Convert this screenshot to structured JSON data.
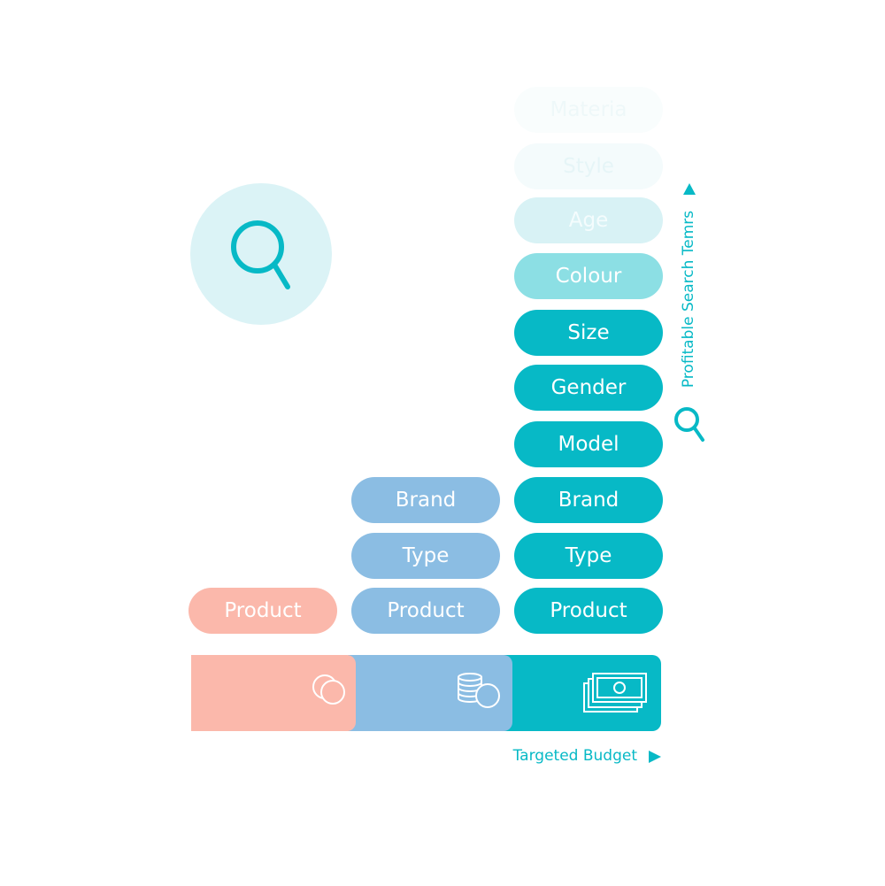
{
  "colors": {
    "salmon": "#fbb8ab",
    "blue": "#8bbde3",
    "teal": "#07b9c6",
    "light_teal": "#8cdfe4",
    "pale_teal": "#dbf3f6"
  },
  "diagram": {
    "columns": [
      {
        "name": "salmon",
        "terms": [
          "Product"
        ]
      },
      {
        "name": "blue",
        "terms": [
          "Product",
          "Type",
          "Brand"
        ]
      },
      {
        "name": "teal",
        "terms": [
          "Product",
          "Type",
          "Brand",
          "Model",
          "Gender",
          "Size",
          "Colour",
          "Age",
          "Style",
          "Materia"
        ]
      }
    ],
    "budget_icons": [
      "coins-icon",
      "coin-stack-icon",
      "banknotes-icon"
    ]
  },
  "axes": {
    "y_label": "Profitable Search Temrs",
    "x_label": "Targeted Budget"
  },
  "icons": {
    "main": "search-icon",
    "y_axis": "search-icon",
    "arrows": "triangle-arrow-icon"
  }
}
